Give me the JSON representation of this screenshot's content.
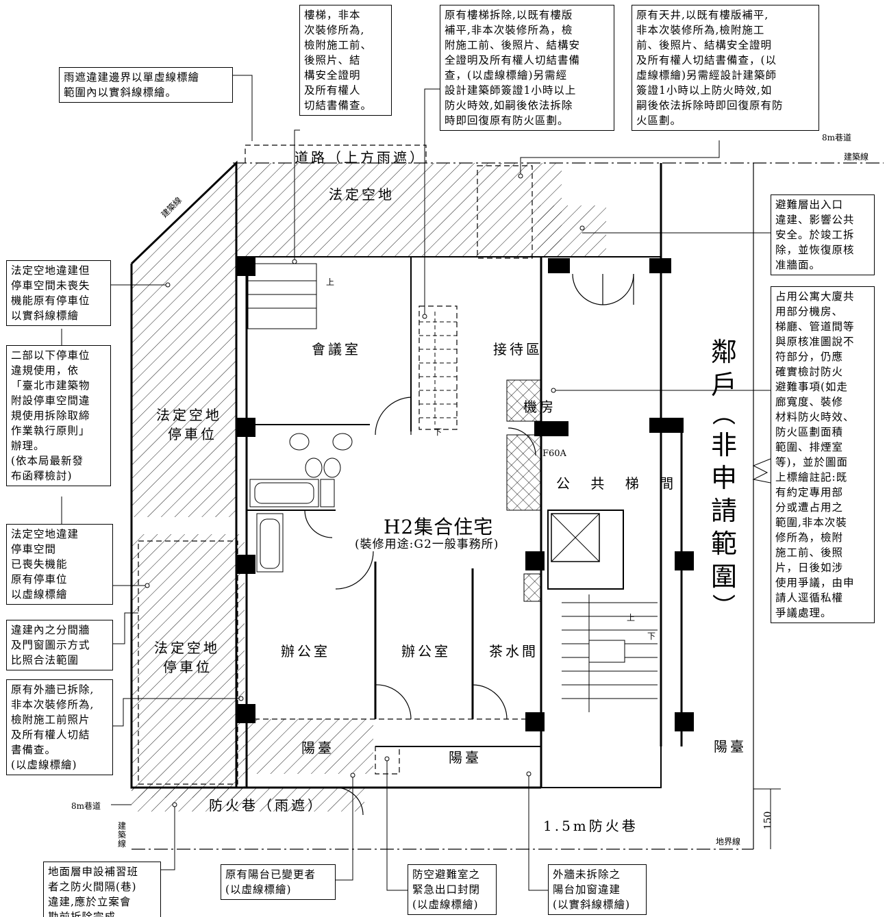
{
  "notes": {
    "boundary": "雨遮違建邊界以單虛線標繪\n範圍內以實斜線標繪。",
    "stair": "樓梯，非本\n次裝修所為,\n檢附施工前、\n後照片、結\n構安全證明\n及所有權人\n切結書備查。",
    "stair_removed": "原有樓梯拆除,以既有樓版\n補平,非本次裝修所為，檢\n附施工前、後照片、結構安\n全證明及所有權人切結書備\n查，(以虛線標繪)另需經\n設計建築師簽證1小時以上\n防火時效,如嗣後依法拆除\n時即回復原有防火區劃。",
    "atrium": "原有天井,以既有樓版補平,\n非本次裝修所為,檢附施工\n前、後照片、結構安全證明\n及所有權人切結書備查，(以\n虛線標繪)另需經設計建築師\n簽證1小時以上防火時效,如\n嗣後依法拆除時即回復原有防\n火區劃。",
    "shelter_entrance": "避難層出入口\n違建、影響公共\n安全。於竣工拆\n除，並恢復原核\n准牆面。",
    "common_area": "占用公寓大廈共\n用部分機房、\n梯廳、管道間等\n與原核准圖說不\n符部分，仍應\n確實檢討防火\n避難事項(如走\n廊寬度、裝修\n材料防火時效、\n防火區劃面積\n範圍、排煙室\n等)，並於圖面\n上標繪註記:既\n有約定專用部\n分或遭占用之\n範圍,非本次裝\n修所為，檢附\n施工前、後照\n片，日後如涉\n使用爭議，由申\n請人逕循私權\n爭議處理。",
    "parking_ok": "法定空地違建但\n停車空間未喪失\n機能原有停車位\n以實斜線標繪",
    "parking_rule": "二部以下停車位\n違規使用，依\n「臺北市建築物\n附設停車空間違\n規使用拆除取締\n作業執行原則」\n辦理。\n(依本局最新發\n布函釋檢討)",
    "parking_lost": "法定空地違建\n停車空間\n已喪失機能\n原有停車位\n以虛線標繪",
    "partition": "違建內之分間牆\n及門窗圖示方式\n比照合法範圍",
    "outer_wall": "原有外牆已拆除,\n非本次裝修所為,\n檢附施工前照片\n及所有權人切結\n書備查。\n(以虛線標繪)",
    "fire_alley": "地面層申設補習班\n者之防火間隔(巷)\n違建,應於立案會\n勘前拆除完成",
    "balcony_changed": "原有陽台已變更者\n(以虛線標繪)",
    "shelter_exit": "防空避難室之\n緊急出口封閉\n(以虛線標繪)",
    "balcony_window": "外牆未拆除之\n陽台加窗違建\n(以實斜線標繪)"
  },
  "rooms": {
    "road": "道路（上方雨遮）",
    "open_space": "法定空地",
    "parking1_a": "法定空地",
    "parking1_b": "停車位",
    "parking2_a": "法定空地",
    "parking2_b": "停車位",
    "meeting": "會議室",
    "reception": "接待區",
    "machine": "機房",
    "stairwell": "公 共 梯 間",
    "office1": "辦公室",
    "office2": "辦公室",
    "pantry": "茶水間",
    "balcony1": "陽臺",
    "balcony2": "陽臺",
    "balcony3": "陽臺",
    "fire_alley": "防火巷（雨遮）",
    "fire_alley_15": "1.5m防火巷",
    "f60a": "F60A",
    "up1": "上",
    "down1": "下",
    "up2": "上",
    "down2": "下"
  },
  "main_label": {
    "title": "H2集合住宅",
    "subtitle": "(裝修用途:G2一般事務所)"
  },
  "neighbor": {
    "a": "鄰",
    "b": "戶",
    "c": "非",
    "d": "申",
    "e": "請",
    "f": "範",
    "g": "圍"
  },
  "small": {
    "lane_top": "8m巷道",
    "bldg_line_top": "建築線",
    "bldg_line_diag": "建築線",
    "lane_left": "8m巷道",
    "bldg_line_left": "建\n築\n線",
    "boundary": "地界線",
    "dim150": "150"
  }
}
